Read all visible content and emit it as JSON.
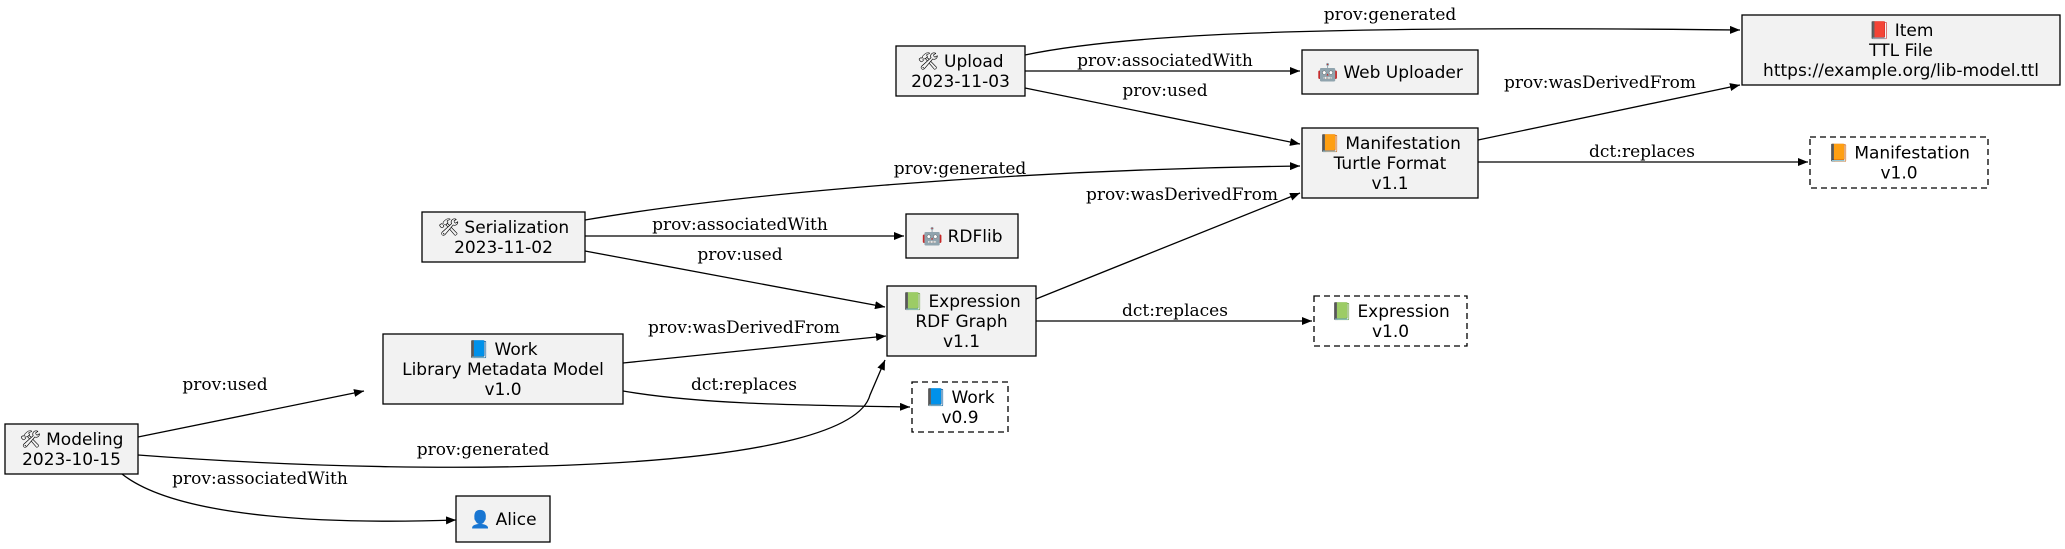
{
  "nodes": {
    "modeling": {
      "icon": "🛠",
      "icon_name": "hammer-wrench-icon",
      "lines": [
        "Modeling",
        "2023-10-15"
      ]
    },
    "alice": {
      "icon": "👤",
      "icon_name": "person-icon",
      "lines": [
        "Alice"
      ]
    },
    "work": {
      "icon": "📘",
      "icon_name": "blue-book-icon",
      "lines": [
        "Work",
        "Library Metadata Model",
        "v1.0"
      ]
    },
    "work_old": {
      "icon": "📘",
      "icon_name": "blue-book-icon",
      "lines": [
        "Work",
        "v0.9"
      ]
    },
    "serialization": {
      "icon": "🛠",
      "icon_name": "hammer-wrench-icon",
      "lines": [
        "Serialization",
        "2023-11-02"
      ]
    },
    "rdflib": {
      "icon": "🤖",
      "icon_name": "robot-icon",
      "lines": [
        "RDFlib"
      ]
    },
    "expression": {
      "icon": "📗",
      "icon_name": "green-book-icon",
      "lines": [
        "Expression",
        "RDF Graph",
        "v1.1"
      ]
    },
    "expression_old": {
      "icon": "📗",
      "icon_name": "green-book-icon",
      "lines": [
        "Expression",
        "v1.0"
      ]
    },
    "upload": {
      "icon": "🛠",
      "icon_name": "hammer-wrench-icon",
      "lines": [
        "Upload",
        "2023-11-03"
      ]
    },
    "web_uploader": {
      "icon": "🤖",
      "icon_name": "robot-icon",
      "lines": [
        "Web Uploader"
      ]
    },
    "manifestation": {
      "icon": "📙",
      "icon_name": "orange-book-icon",
      "lines": [
        "Manifestation",
        "Turtle Format",
        "v1.1"
      ]
    },
    "manifestation_old": {
      "icon": "📙",
      "icon_name": "orange-book-icon",
      "lines": [
        "Manifestation",
        "v1.0"
      ]
    },
    "item": {
      "icon": "📕",
      "icon_name": "red-book-icon",
      "lines": [
        "Item",
        "TTL File",
        "https://example.org/lib-model.ttl"
      ]
    }
  },
  "edges": [
    {
      "from": "modeling",
      "to": "work",
      "label": "prov:used"
    },
    {
      "from": "modeling",
      "to": "expression",
      "label": "prov:generated"
    },
    {
      "from": "modeling",
      "to": "alice",
      "label": "prov:associatedWith"
    },
    {
      "from": "work",
      "to": "expression",
      "label": "prov:wasDerivedFrom"
    },
    {
      "from": "work",
      "to": "work_old",
      "label": "dct:replaces"
    },
    {
      "from": "serialization",
      "to": "manifestation",
      "label": "prov:generated"
    },
    {
      "from": "serialization",
      "to": "rdflib",
      "label": "prov:associatedWith"
    },
    {
      "from": "serialization",
      "to": "expression",
      "label": "prov:used"
    },
    {
      "from": "expression",
      "to": "manifestation",
      "label": "prov:wasDerivedFrom"
    },
    {
      "from": "expression",
      "to": "expression_old",
      "label": "dct:replaces"
    },
    {
      "from": "upload",
      "to": "item",
      "label": "prov:generated"
    },
    {
      "from": "upload",
      "to": "web_uploader",
      "label": "prov:associatedWith"
    },
    {
      "from": "upload",
      "to": "manifestation",
      "label": "prov:used"
    },
    {
      "from": "manifestation",
      "to": "item",
      "label": "prov:wasDerivedFrom"
    },
    {
      "from": "manifestation",
      "to": "manifestation_old",
      "label": "dct:replaces"
    }
  ]
}
